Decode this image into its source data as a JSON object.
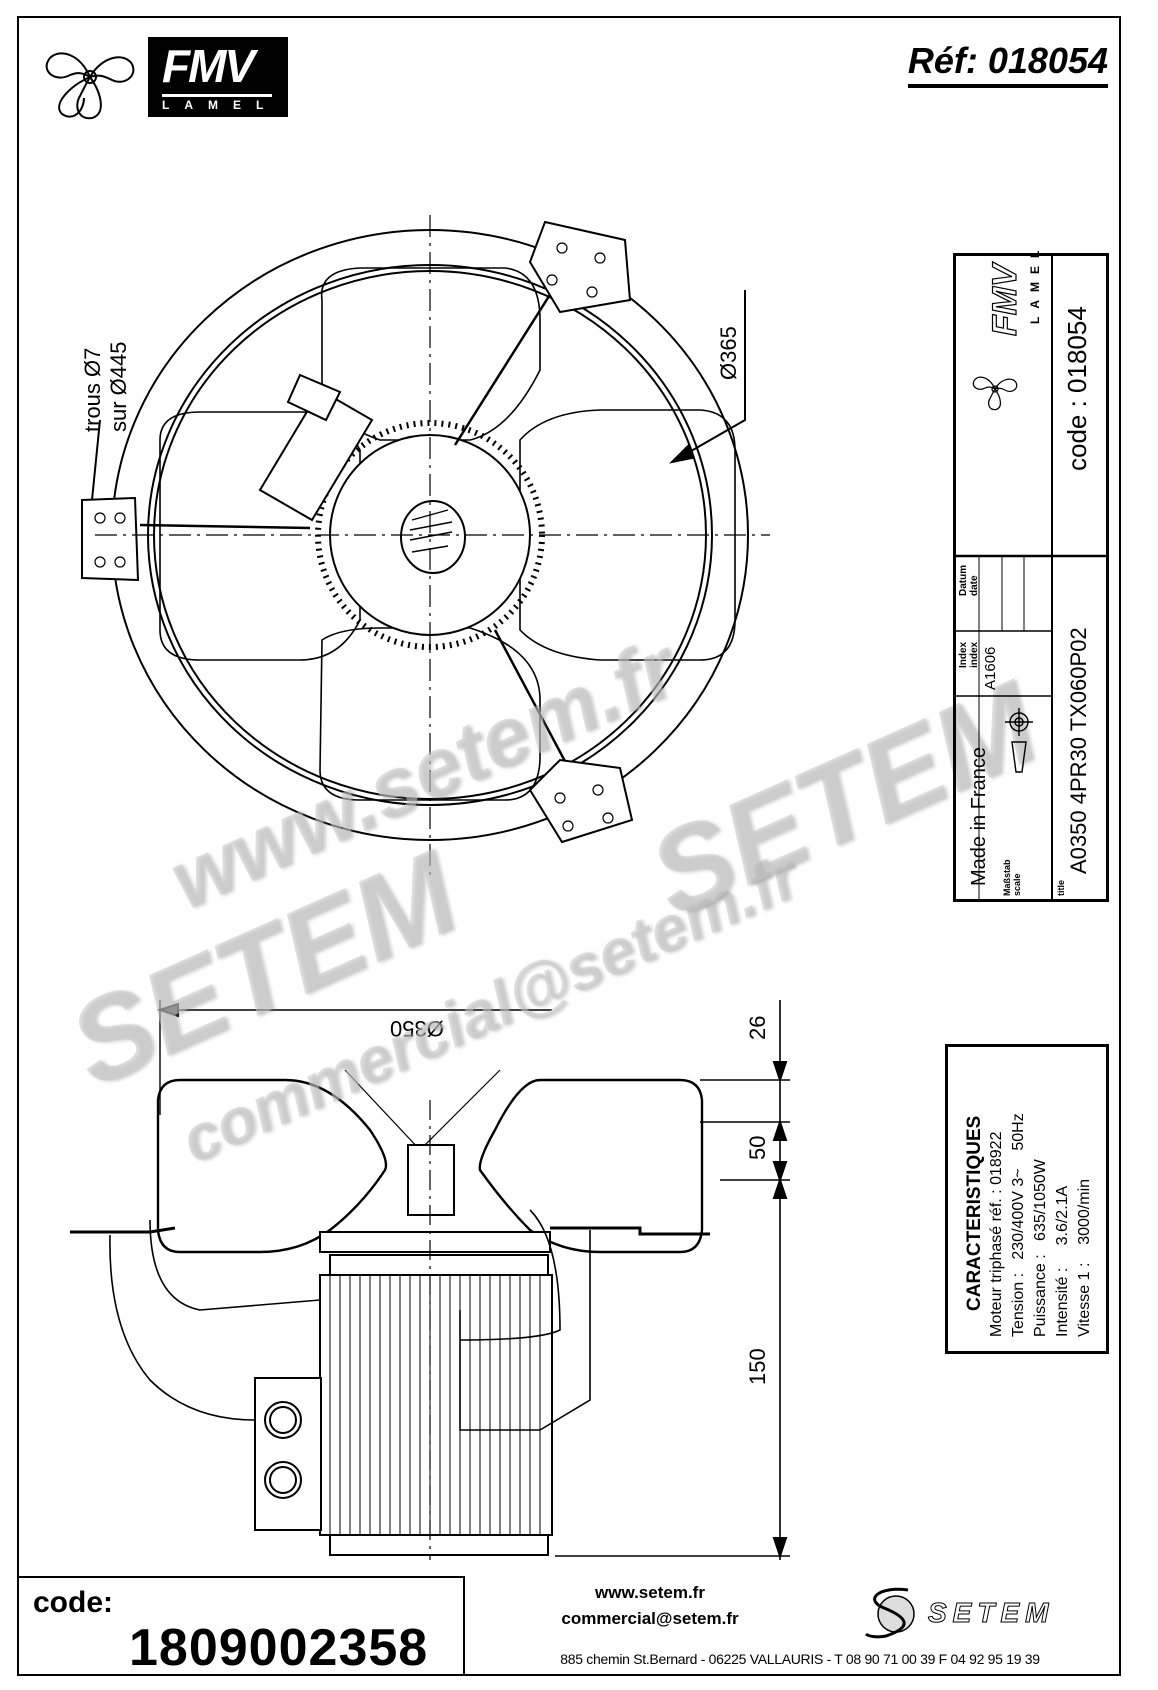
{
  "header": {
    "brand": "FMV",
    "brand_sub": "LAMEL",
    "reference": "Réf: 018054"
  },
  "top_view": {
    "label_holes_line1": "trous Ø7",
    "label_holes_line2": "sur Ø445",
    "label_diameter": "Ø365"
  },
  "side_view": {
    "label_diameter": "Ø350",
    "dim_top": "26",
    "dim_middle": "50",
    "dim_bottom": "150"
  },
  "title_block": {
    "brand": "FMV",
    "brand_sub": "LAMEL",
    "code": "code : 018054",
    "datum_label": "Datum\ndate",
    "datum_line1": "Datum",
    "datum_line2": "date",
    "index_line1": "Index",
    "index_line2": "index",
    "index_value": "A1606",
    "made_in": "Made in France",
    "scale_line1": "Maßstab",
    "scale_line2": "scale",
    "title_label": "title",
    "title_value": "A0350 4PR30   TX060P02"
  },
  "characteristics": {
    "heading": "CARACTERISTIQUES",
    "rows": [
      {
        "label": "Moteur triphasé réf. :",
        "value": "018922"
      },
      {
        "label": "Tension :",
        "value": "230/400V 3~    50Hz"
      },
      {
        "label": "Puissance :",
        "value": "635/1050W"
      },
      {
        "label": "Intensité :",
        "value": "3.6/2.1A"
      },
      {
        "label": "Vitesse 1 :",
        "value": "3000/min"
      }
    ]
  },
  "footer": {
    "code_label": "code:",
    "code_value": "1809002358",
    "website": "www.setem.fr",
    "email": "commercial@setem.fr",
    "company": "SETEM",
    "address": "885 chemin St.Bernard  -  06225 VALLAURIS  -  T 08 90 71 00 39   F 04 92 95 19 39"
  },
  "watermarks": {
    "url": "www.setem.fr",
    "brand": "SETEM",
    "email": "commercial@setem.fr",
    "brand2": "SETEM",
    "url2": "setem.fr"
  }
}
